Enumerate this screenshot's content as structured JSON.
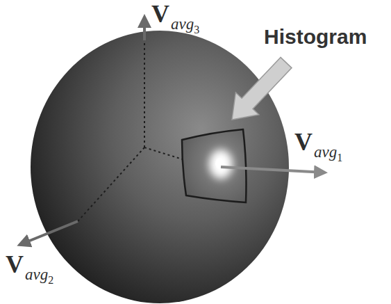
{
  "diagram": {
    "labels": [
      "Vavg3",
      "Histogram",
      "Vavg1",
      "Vavg2"
    ]
  }
}
